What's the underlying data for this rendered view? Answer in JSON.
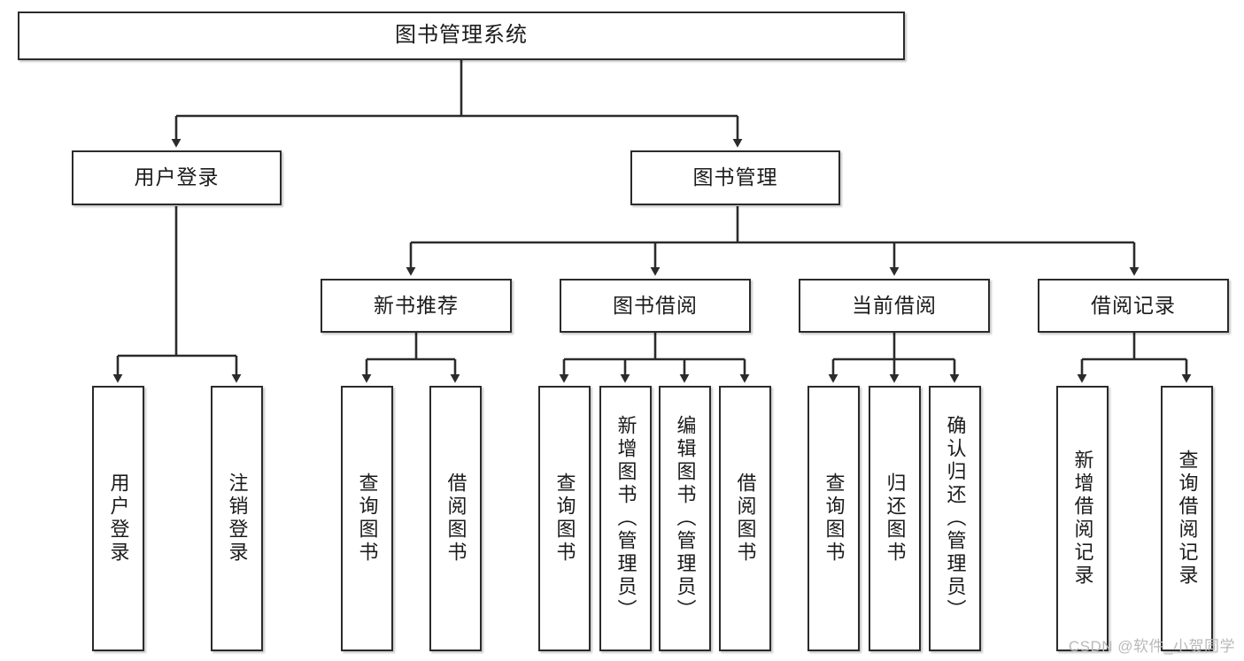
{
  "diagram": {
    "title": "图书管理系统",
    "type": "tree",
    "watermark": "CSDN @软件_小贺同学",
    "colors": {
      "stroke": "#2b2b2b",
      "fill": "#ffffff",
      "text": "#1b1b1b",
      "watermark": "#b9b9b9"
    },
    "levels": {
      "root": "图书管理系统",
      "level2": [
        "用户登录",
        "图书管理"
      ],
      "level3": [
        "新书推荐",
        "图书借阅",
        "当前借阅",
        "借阅记录"
      ]
    },
    "nodes": {
      "root": {
        "label": "图书管理系统"
      },
      "user_login": {
        "label": "用户登录"
      },
      "book_manage": {
        "label": "图书管理"
      },
      "new_book_rec": {
        "label": "新书推荐"
      },
      "book_borrow": {
        "label": "图书借阅"
      },
      "current_borrow": {
        "label": "当前借阅"
      },
      "borrow_record": {
        "label": "借阅记录"
      },
      "leaf_user_login": {
        "label": "用户登录"
      },
      "leaf_logout": {
        "label": "注销登录"
      },
      "leaf_query_book_1": {
        "label": "查询图书"
      },
      "leaf_borrow_book_1": {
        "label": "借阅图书"
      },
      "leaf_query_book_2": {
        "label": "查询图书"
      },
      "leaf_add_book": {
        "label": "新增图书（管理员）"
      },
      "leaf_edit_book": {
        "label": "编辑图书（管理员）"
      },
      "leaf_borrow_book_2": {
        "label": "借阅图书"
      },
      "leaf_query_book_3": {
        "label": "查询图书"
      },
      "leaf_return_book": {
        "label": "归还图书"
      },
      "leaf_confirm_return": {
        "label": "确认归还（管理员）"
      },
      "leaf_add_record": {
        "label": "新增借阅记录"
      },
      "leaf_query_record": {
        "label": "查询借阅记录"
      }
    },
    "edges": [
      {
        "from": "root",
        "to": "user_login"
      },
      {
        "from": "root",
        "to": "book_manage"
      },
      {
        "from": "user_login",
        "to": "leaf_user_login"
      },
      {
        "from": "user_login",
        "to": "leaf_logout"
      },
      {
        "from": "book_manage",
        "to": "new_book_rec"
      },
      {
        "from": "book_manage",
        "to": "book_borrow"
      },
      {
        "from": "book_manage",
        "to": "current_borrow"
      },
      {
        "from": "book_manage",
        "to": "borrow_record"
      },
      {
        "from": "new_book_rec",
        "to": "leaf_query_book_1"
      },
      {
        "from": "new_book_rec",
        "to": "leaf_borrow_book_1"
      },
      {
        "from": "book_borrow",
        "to": "leaf_query_book_2"
      },
      {
        "from": "book_borrow",
        "to": "leaf_add_book"
      },
      {
        "from": "book_borrow",
        "to": "leaf_edit_book"
      },
      {
        "from": "book_borrow",
        "to": "leaf_borrow_book_2"
      },
      {
        "from": "current_borrow",
        "to": "leaf_query_book_3"
      },
      {
        "from": "current_borrow",
        "to": "leaf_return_book"
      },
      {
        "from": "current_borrow",
        "to": "leaf_confirm_return"
      },
      {
        "from": "borrow_record",
        "to": "leaf_add_record"
      },
      {
        "from": "borrow_record",
        "to": "leaf_query_record"
      }
    ]
  }
}
